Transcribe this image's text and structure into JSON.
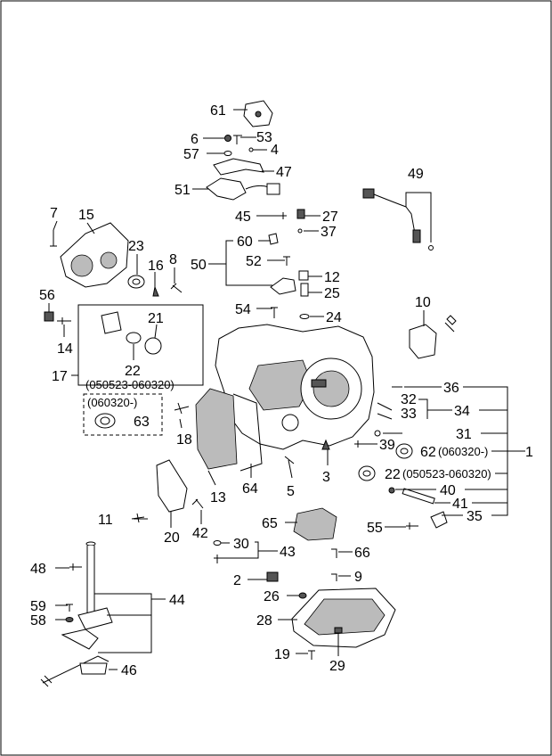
{
  "callouts": {
    "n1": "1",
    "n2": "2",
    "n3": "3",
    "n4": "4",
    "n5": "5",
    "n6": "6",
    "n7": "7",
    "n8": "8",
    "n9": "9",
    "n10": "10",
    "n11": "11",
    "n12": "12",
    "n13": "13",
    "n14": "14",
    "n15": "15",
    "n16": "16",
    "n17": "17",
    "n18": "18",
    "n19": "19",
    "n20": "20",
    "n21": "21",
    "n22a": "22",
    "n22b": "22",
    "n23": "23",
    "n24": "24",
    "n25": "25",
    "n26": "26",
    "n27": "27",
    "n28": "28",
    "n29": "29",
    "n30": "30",
    "n31": "31",
    "n32": "32",
    "n33": "33",
    "n34": "34",
    "n35": "35",
    "n36": "36",
    "n37": "37",
    "n39": "39",
    "n40": "40",
    "n41": "41",
    "n42": "42",
    "n43": "43",
    "n44": "44",
    "n45": "45",
    "n46": "46",
    "n47": "47",
    "n48": "48",
    "n49": "49",
    "n50": "50",
    "n51": "51",
    "n52": "52",
    "n53": "53",
    "n54": "54",
    "n55": "55",
    "n56": "56",
    "n57": "57",
    "n58": "58",
    "n59": "59",
    "n60": "60",
    "n61": "61",
    "n62": "62",
    "n63": "63",
    "n64": "64",
    "n65": "65",
    "n66": "66"
  },
  "notes": {
    "range_box": "(050523-060320)",
    "since_box": "(060320-)",
    "since_62": "(060320-)",
    "range_22": "(050523-060320)"
  }
}
